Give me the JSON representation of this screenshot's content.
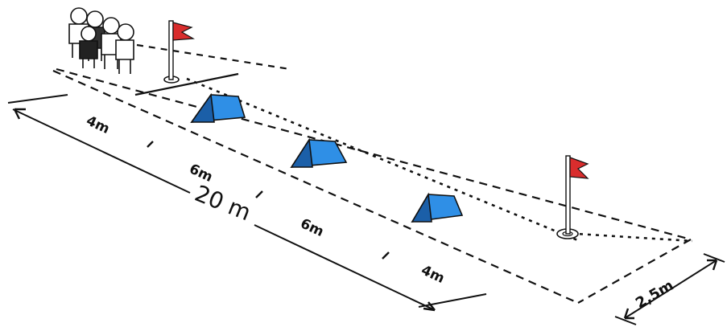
{
  "course": {
    "segment_labels": [
      "4m",
      "6m",
      "6m",
      "4m"
    ],
    "total_length_label": "20 m",
    "width_label": "2,5m"
  },
  "colors": {
    "cone": "#2f8fe6",
    "flag": "#d92d2d",
    "line": "#111111"
  },
  "icons": [
    "players-group",
    "start-flag-pole",
    "end-flag-pole",
    "tent-cone"
  ]
}
